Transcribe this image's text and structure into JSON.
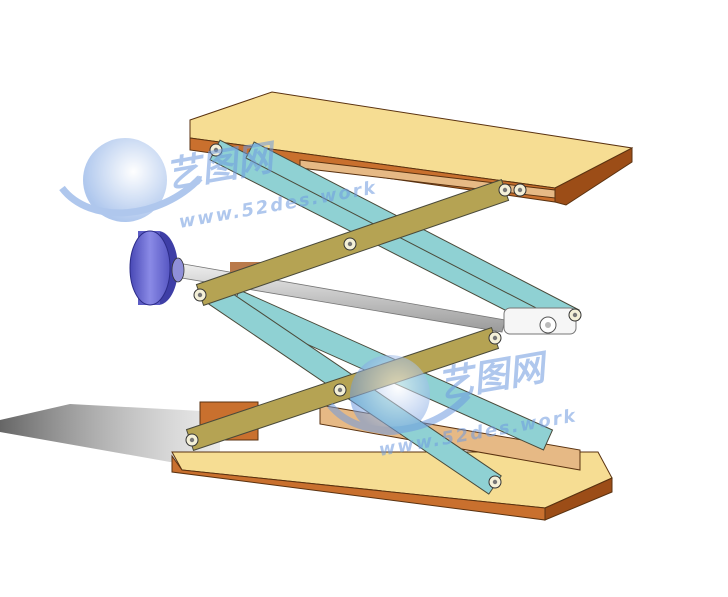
{
  "watermarks": [
    {
      "logo_text": "艺图网",
      "url_text": "www.52des.work"
    },
    {
      "logo_text": "艺图网",
      "url_text": "www.52des.work"
    }
  ],
  "colors": {
    "platform_top": "#f6dd93",
    "platform_side": "#c9702e",
    "platform_dark": "#9c4d17",
    "slot": "#e6b985",
    "teal_arm": "#8fd1d3",
    "olive_arm": "#b5a353",
    "screw": "#cdcdcd",
    "knob": "#6a6ad0",
    "shadow": "#8a8a8a",
    "watermark": "#7fa7e0"
  },
  "icons": [
    "globe-logo-icon",
    "handwheel-icon"
  ]
}
